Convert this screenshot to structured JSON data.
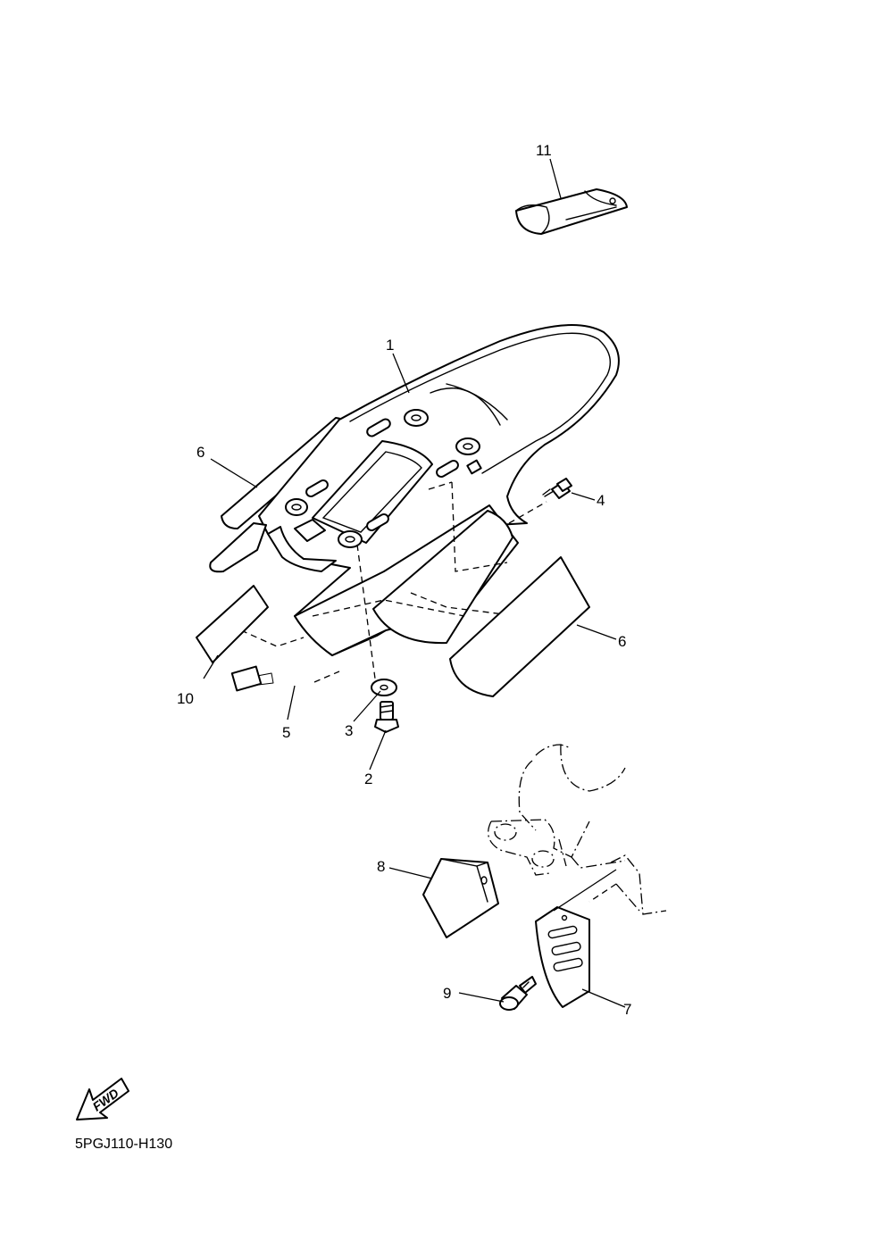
{
  "diagram": {
    "code": "5PGJ110-H130",
    "fwd_label": "FWD",
    "callouts": [
      {
        "id": "1",
        "label": "1"
      },
      {
        "id": "2",
        "label": "2"
      },
      {
        "id": "3",
        "label": "3"
      },
      {
        "id": "4",
        "label": "4"
      },
      {
        "id": "5",
        "label": "5"
      },
      {
        "id": "6a",
        "label": "6"
      },
      {
        "id": "6b",
        "label": "6"
      },
      {
        "id": "7",
        "label": "7"
      },
      {
        "id": "8",
        "label": "8"
      },
      {
        "id": "9",
        "label": "9"
      },
      {
        "id": "10",
        "label": "10"
      },
      {
        "id": "11",
        "label": "11"
      }
    ]
  }
}
